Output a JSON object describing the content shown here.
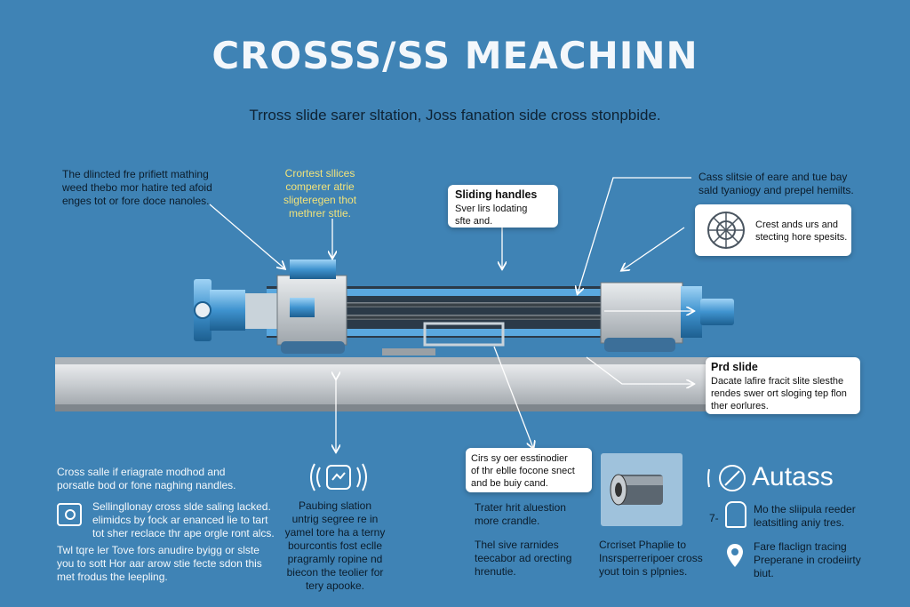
{
  "title": "CROSSS/SS MEACHINN",
  "subtitle": "Trross slide sarer sltation, Joss fanation side cross stonpbide.",
  "callouts": {
    "top_left": "The dlincted fre prifiett mathing\nweed thebo mor hatire ted afoid\nenges tot or fore doce nanoles.",
    "top_center_yellow": "Crortest sllices\ncomperer atrie\nsligteregen thot\nmethrer sttie.",
    "sliding_handles_title": "Sliding handles",
    "sliding_handles_body": "Sver lirs lodating\nsfte and.",
    "top_right": "Cass slitsie of eare and tue bay\nsald tyaniogy and prepel hemilts.",
    "gear_box": "Crest ands urs and\nstecting hore spesits.",
    "rail_slide_title": "Prd slide",
    "rail_slide_body": "Dacate lafire fracit slite slesthe\nrendes swer ort sloging tep flon\nther eorlures.",
    "mid_box": "Cirs sy oer esstinodier\nof thr eblle focone snect\nand be buiy cand.",
    "bottom_left_1": "Cross salle if eriagrate modhod and\nporsatle bod or fone naghing nandles.",
    "bottom_left_2": "Sellingllonay cross slde saling lacked.\nelimidcs by fock ar enanced lie to tart\ntot sher reclace thr ape orgle ront alcs.",
    "bottom_left_3": "Twl tqre ler Tove fors anudire byigg or slste\nyou to sott Hor aar arow stie fecte sdon this\nmet frodus the leepling.",
    "bottom_center": "Paubing slation\nuntrig segree re in\nyamel tore ha a terny\nbourcontis fost eclle\npragramly ropine nd\nbiecon the teolier for\ntery apooke.",
    "bottom_mid_1": "Trater hrit aluestion\nmore crandle.",
    "bottom_mid_2": "Thel sive rarnides\nteecabor ad orecting\nhrenutie.",
    "bottom_mid_3": "Crcriset Phaplie to\nInsrsperreripoer cross\nyout toin s plpnies.",
    "autass": "Autass",
    "bottom_right_1": "Mo the sliipula reeder\nleatsitling aniy tres.",
    "bottom_right_2": "Fare flaclign tracing\nPreperane in crodeiirty\nbiut.",
    "bottom_right_num": "7-"
  },
  "icons": [
    "sound-wave-icon",
    "gear-icon",
    "gauge-icon",
    "cylinder-icon",
    "mini-slide-icon",
    "map-pin-icon",
    "ruler-icon"
  ],
  "colors": {
    "background": "#3f83b5",
    "accent_blue": "#4aa3e0",
    "rail": "#d9dcdf"
  }
}
